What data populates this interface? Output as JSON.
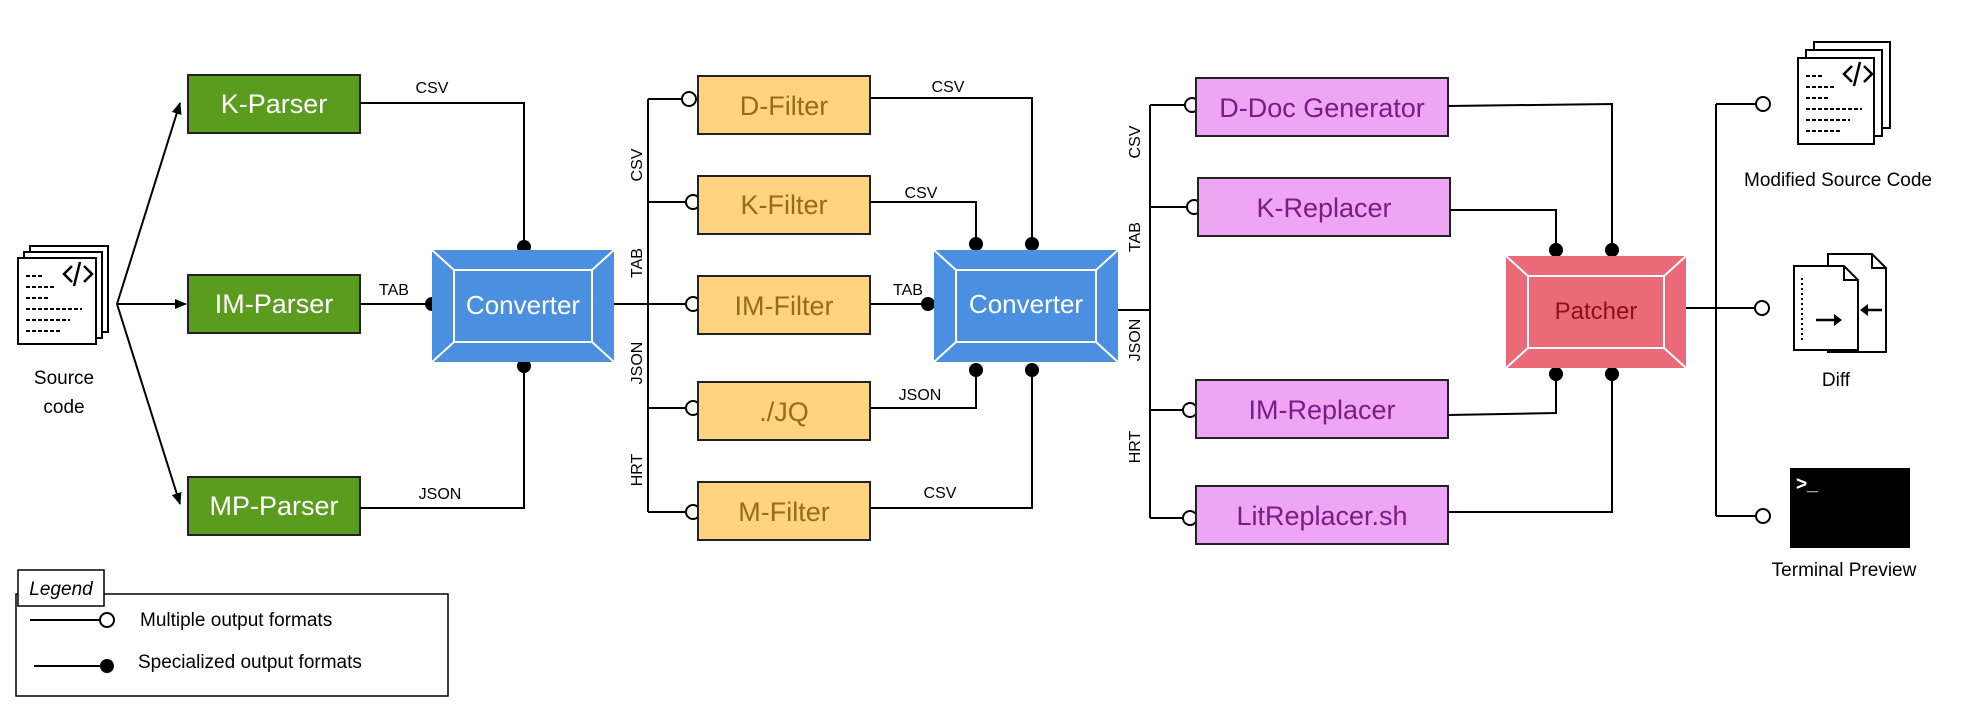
{
  "source": {
    "label_line1": "Source",
    "label_line2": "code"
  },
  "parsers": [
    {
      "id": "k-parser",
      "label": "K-Parser",
      "out": "CSV"
    },
    {
      "id": "im-parser",
      "label": "IM-Parser",
      "out": "TAB"
    },
    {
      "id": "mp-parser",
      "label": "MP-Parser",
      "out": "JSON"
    }
  ],
  "converter1": {
    "label": "Converter",
    "outs": [
      "CSV",
      "TAB",
      "JSON",
      "HRT"
    ]
  },
  "filters": [
    {
      "id": "d-filter",
      "label": "D-Filter",
      "out": "CSV"
    },
    {
      "id": "k-filter",
      "label": "K-Filter",
      "out": "CSV"
    },
    {
      "id": "im-filter",
      "label": "IM-Filter",
      "out": "TAB"
    },
    {
      "id": "jq",
      "label": "./JQ",
      "out": "JSON"
    },
    {
      "id": "m-filter",
      "label": "M-Filter",
      "out": "CSV"
    }
  ],
  "converter2": {
    "label": "Converter",
    "outs": [
      "CSV",
      "TAB",
      "JSON",
      "HRT"
    ]
  },
  "replacers": [
    {
      "id": "d-doc-generator",
      "label": "D-Doc Generator"
    },
    {
      "id": "k-replacer",
      "label": "K-Replacer"
    },
    {
      "id": "im-replacer",
      "label": "IM-Replacer"
    },
    {
      "id": "litreplacer",
      "label": "LitReplacer.sh"
    }
  ],
  "patcher": {
    "label": "Patcher"
  },
  "outputs": [
    {
      "id": "modified-source-code",
      "label": "Modified Source Code",
      "icon": "code-document-icon"
    },
    {
      "id": "diff",
      "label": "Diff",
      "icon": "diff-icon"
    },
    {
      "id": "terminal-preview",
      "label": "Terminal Preview",
      "icon": "terminal-icon",
      "prompt": ">_"
    }
  ],
  "legend": {
    "title": "Legend",
    "multiple": "Multiple output formats",
    "specialized": "Specialized output formats"
  },
  "colors": {
    "parser_fill": "#5b9b1e",
    "filter_fill": "#ffd37f",
    "filter_text": "#9b6a15",
    "converter_fill": "#4a8fe0",
    "replacer_fill": "#eea5f4",
    "replacer_text": "#7a1b86",
    "patcher_fill": "#ea6a7a",
    "patcher_text": "#8a0e1c"
  }
}
